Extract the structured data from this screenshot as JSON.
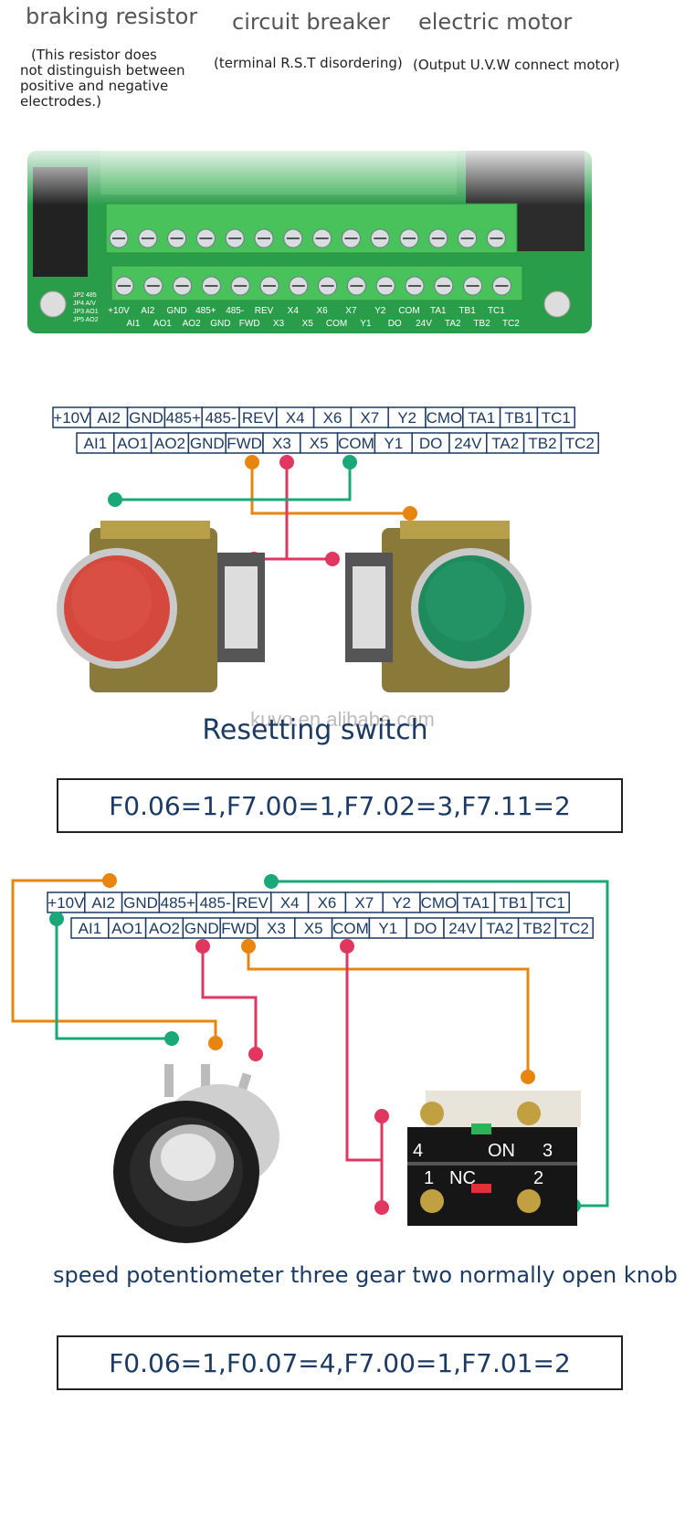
{
  "header": {
    "braking_resistor": "braking resistor",
    "braking_note": [
      "(This resistor does",
      "not distinguish between",
      "positive and negative",
      "electrodes.)"
    ],
    "circuit_breaker": "circuit breaker",
    "circuit_note": "(terminal R.S.T disordering)",
    "electric_motor": "electric motor",
    "motor_note": "(Output U.V.W connect motor)"
  },
  "board": {
    "top_labels": [
      "+10V",
      "AI2",
      "GND",
      "485+",
      "485-",
      "REV",
      "X4",
      "X6",
      "X7",
      "Y2",
      "COM",
      "TA1",
      "TB1",
      "TC1"
    ],
    "bottom_labels": [
      "AI1",
      "AO1",
      "AO2",
      "GND",
      "FWD",
      "X3",
      "X5",
      "COM",
      "Y1",
      "DO",
      "24V",
      "TA2",
      "TB2",
      "TC2"
    ],
    "side_labels": [
      "JP2 485",
      "JP4 A/V",
      "JP3 AO1",
      "JP5 AO2"
    ]
  },
  "terminals": {
    "top": [
      "+10V",
      "AI2",
      "GND",
      "485+",
      "485-",
      "REV",
      "X4",
      "X6",
      "X7",
      "Y2",
      "CMO",
      "TA1",
      "TB1",
      "TC1"
    ],
    "bottom": [
      "AI1",
      "AO1",
      "AO2",
      "GND",
      "FWD",
      "X3",
      "X5",
      "COM",
      "Y1",
      "DO",
      "24V",
      "TA2",
      "TB2",
      "TC2"
    ]
  },
  "section1": {
    "watermark": "kuvo.en.alibaba.com",
    "title": "Resetting switch",
    "params": "F0.06=1,F7.00=1,F7.02=3,F7.11=2"
  },
  "section2": {
    "label_pot": "speed potentiometer",
    "label_knob": "three gear two normally open knob",
    "knob_texts": [
      "4",
      "ON",
      "3",
      "1",
      "NC",
      "2"
    ],
    "params": "F0.06=1,F0.07=4,F7.00=1,F7.01=2"
  },
  "colors": {
    "orange": "#e8850f",
    "red": "#e0365f",
    "green": "#1aa878",
    "box_text": "#1b3a64",
    "board_green": "#2a9d4a",
    "terminal_green": "#49c25b"
  }
}
